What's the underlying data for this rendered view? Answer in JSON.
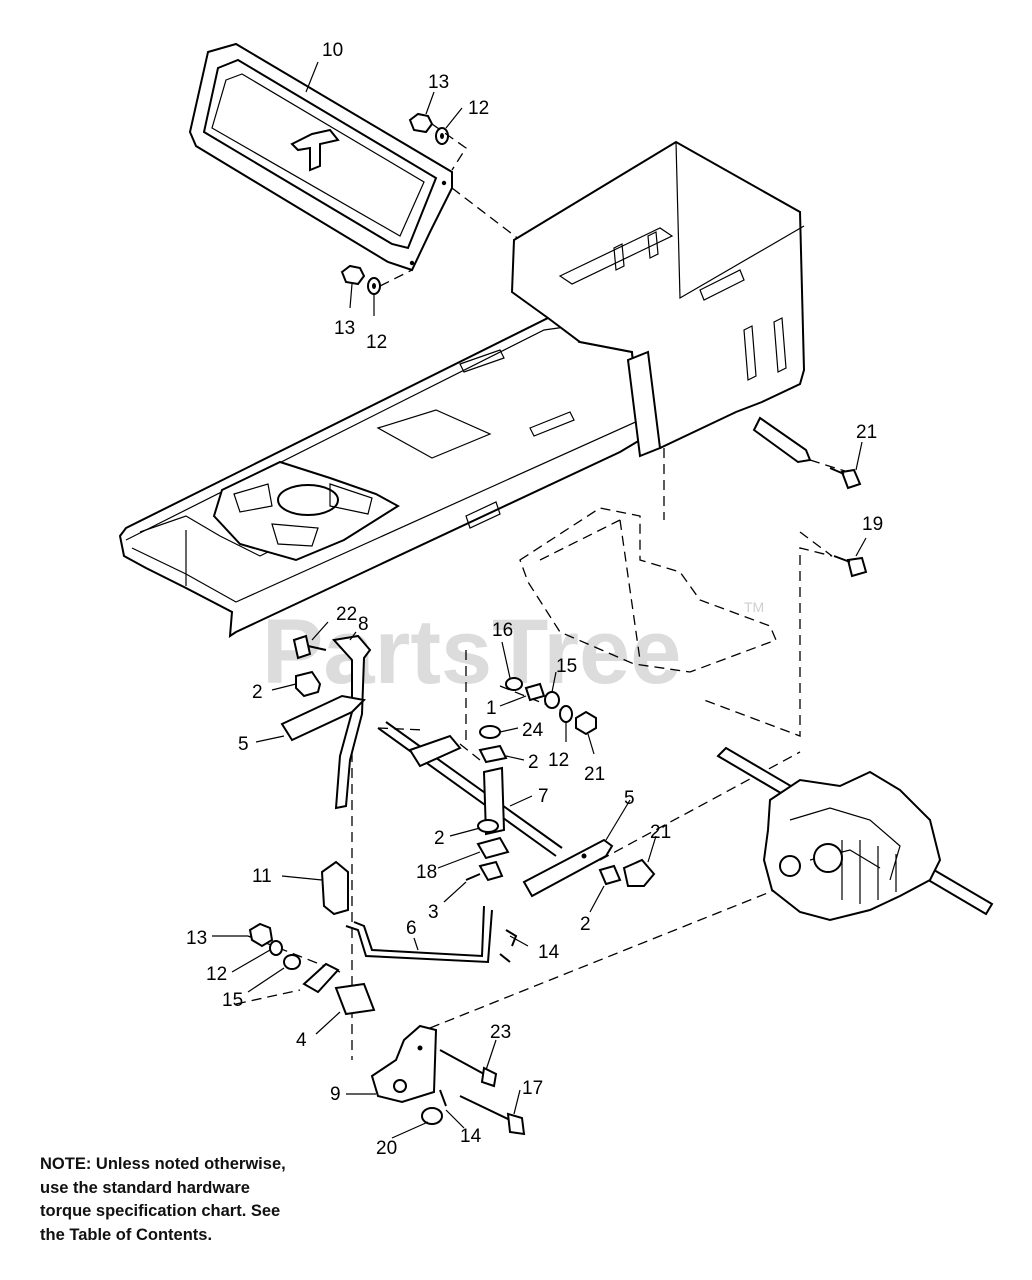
{
  "watermark": {
    "text": "PartsTree",
    "trademark": "TM"
  },
  "callouts": [
    {
      "id": "c1",
      "text": "10"
    },
    {
      "id": "c2",
      "text": "13"
    },
    {
      "id": "c3",
      "text": "12"
    },
    {
      "id": "c4",
      "text": "13"
    },
    {
      "id": "c5",
      "text": "12"
    },
    {
      "id": "c6",
      "text": "21"
    },
    {
      "id": "c7",
      "text": "19"
    },
    {
      "id": "c8",
      "text": "22"
    },
    {
      "id": "c9",
      "text": "8"
    },
    {
      "id": "c10",
      "text": "2"
    },
    {
      "id": "c11",
      "text": "5"
    },
    {
      "id": "c12",
      "text": "16"
    },
    {
      "id": "c13",
      "text": "15"
    },
    {
      "id": "c14",
      "text": "1"
    },
    {
      "id": "c15",
      "text": "24"
    },
    {
      "id": "c16",
      "text": "12"
    },
    {
      "id": "c17",
      "text": "21"
    },
    {
      "id": "c18",
      "text": "2"
    },
    {
      "id": "c19",
      "text": "7"
    },
    {
      "id": "c20",
      "text": "5"
    },
    {
      "id": "c21",
      "text": "2"
    },
    {
      "id": "c22",
      "text": "21"
    },
    {
      "id": "c23",
      "text": "18"
    },
    {
      "id": "c24",
      "text": "11"
    },
    {
      "id": "c25",
      "text": "3"
    },
    {
      "id": "c26",
      "text": "2"
    },
    {
      "id": "c27",
      "text": "13"
    },
    {
      "id": "c28",
      "text": "6"
    },
    {
      "id": "c29",
      "text": "14"
    },
    {
      "id": "c30",
      "text": "12"
    },
    {
      "id": "c31",
      "text": "15"
    },
    {
      "id": "c32",
      "text": "4"
    },
    {
      "id": "c33",
      "text": "23"
    },
    {
      "id": "c34",
      "text": "9"
    },
    {
      "id": "c35",
      "text": "17"
    },
    {
      "id": "c36",
      "text": "20"
    },
    {
      "id": "c37",
      "text": "14"
    }
  ],
  "note": {
    "lines": [
      "NOTE: Unless noted otherwise,",
      "use the standard hardware",
      "torque specification chart. See",
      "the Table of Contents."
    ]
  }
}
